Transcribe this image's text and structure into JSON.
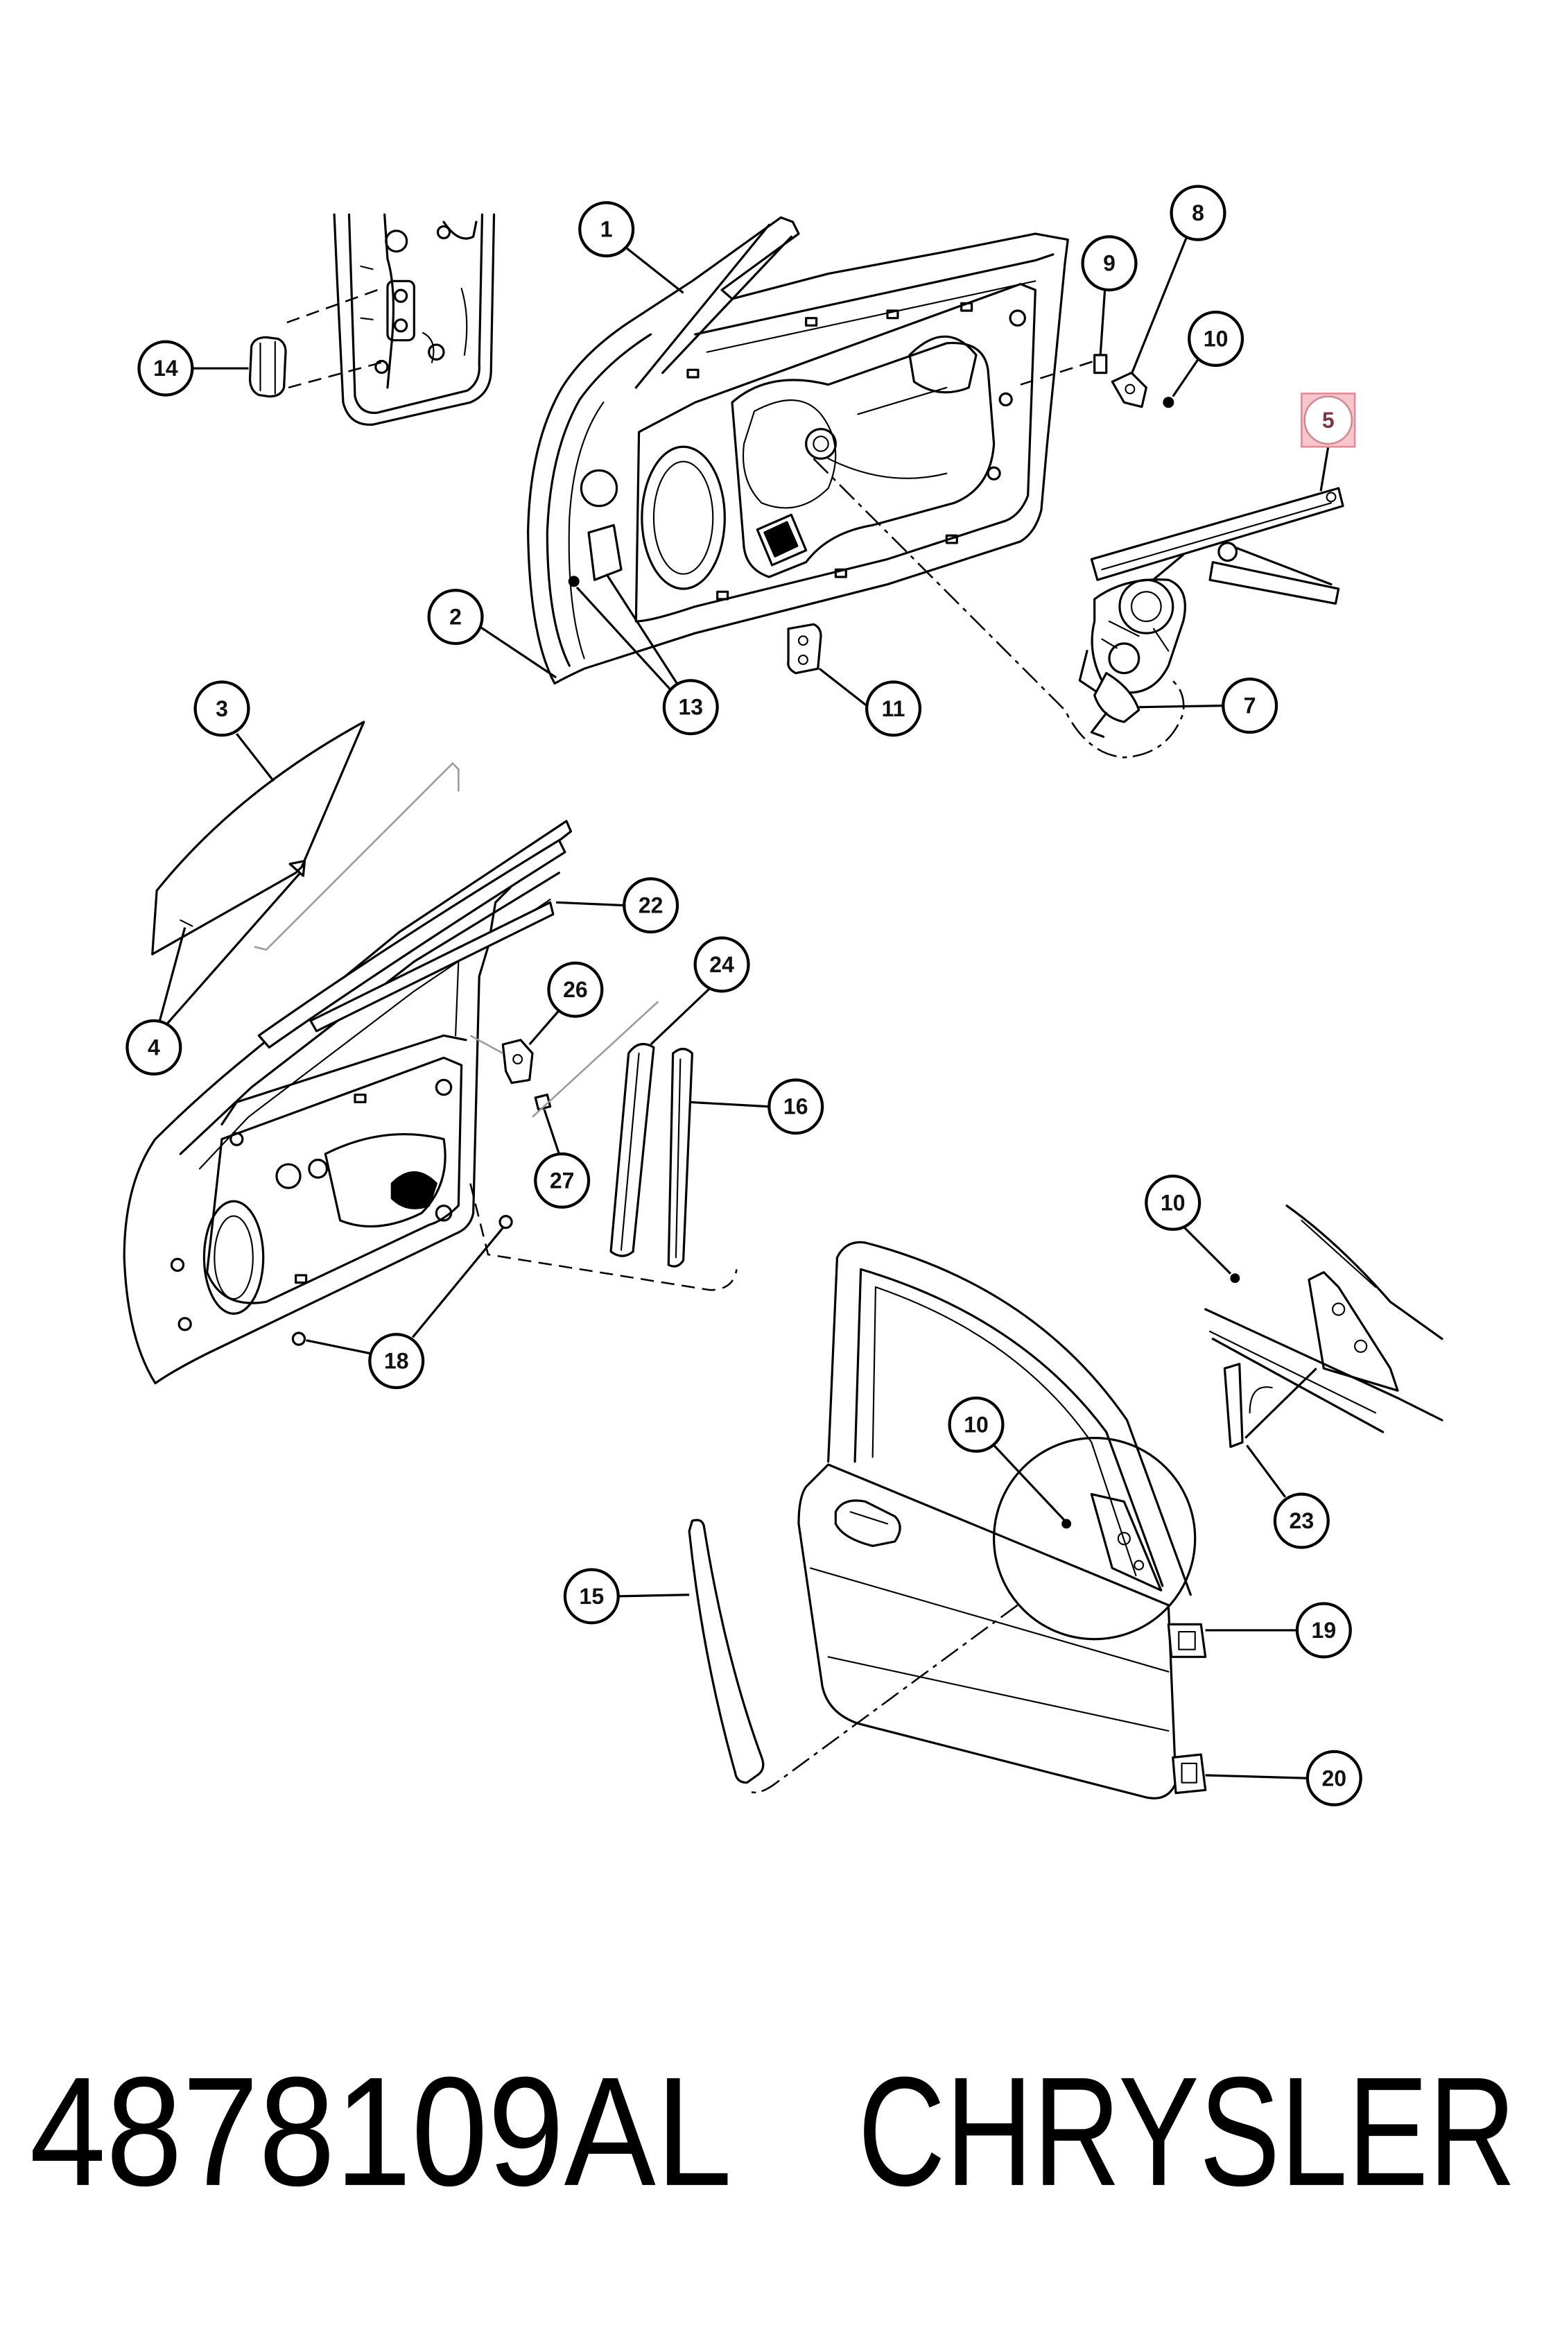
{
  "figure": {
    "callouts": [
      {
        "label": "1"
      },
      {
        "label": "14"
      },
      {
        "label": "8"
      },
      {
        "label": "9"
      },
      {
        "label": "10"
      },
      {
        "label": "5",
        "highlighted": true
      },
      {
        "label": "2"
      },
      {
        "label": "13"
      },
      {
        "label": "11"
      },
      {
        "label": "7"
      },
      {
        "label": "3"
      },
      {
        "label": "22"
      },
      {
        "label": "24"
      },
      {
        "label": "26"
      },
      {
        "label": "16"
      },
      {
        "label": "4"
      },
      {
        "label": "27"
      },
      {
        "label": "10"
      },
      {
        "label": "18"
      },
      {
        "label": "10"
      },
      {
        "label": "23"
      },
      {
        "label": "15"
      },
      {
        "label": "19"
      },
      {
        "label": "20"
      }
    ],
    "colors": {
      "highlight_fill": "#f6c6cc",
      "highlight_circle_fill": "#f2bfc6"
    }
  },
  "footer": {
    "part_number": "4878109AL",
    "brand": "CHRYSLER"
  }
}
